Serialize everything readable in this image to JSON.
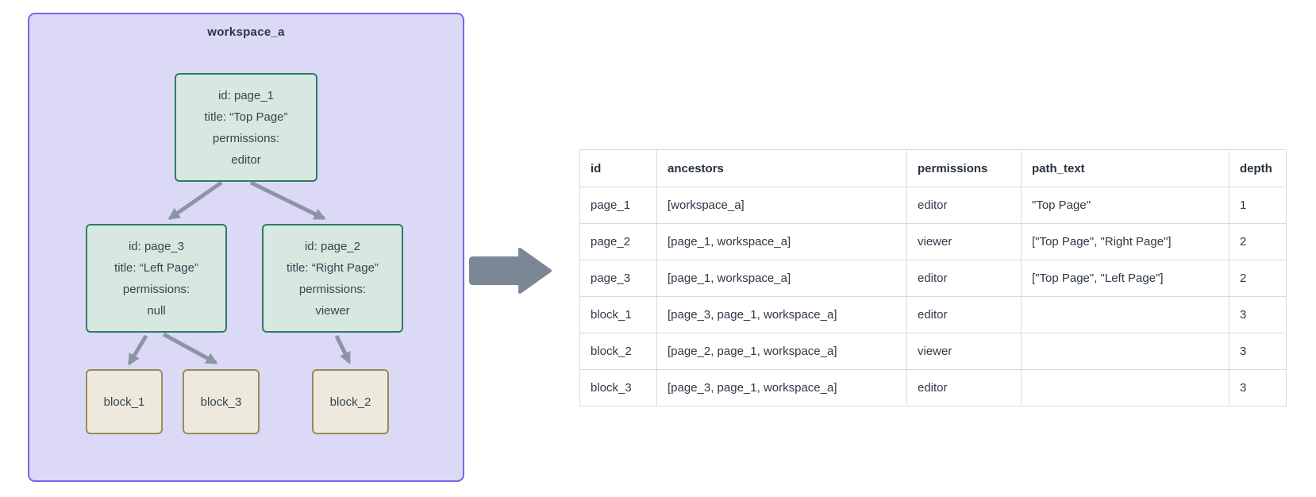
{
  "diagram": {
    "title": "workspace_a",
    "nodes": {
      "page_1": {
        "line_id": "id: page_1",
        "line_title": "title: “Top Page”",
        "line_perm_label": "permissions:",
        "line_perm_value": "editor"
      },
      "page_3": {
        "line_id": "id: page_3",
        "line_title": "title: “Left Page”",
        "line_perm_label": "permissions:",
        "line_perm_value": "null"
      },
      "page_2": {
        "line_id": "id: page_2",
        "line_title": "title: “Right Page”",
        "line_perm_label": "permissions:",
        "line_perm_value": "viewer"
      },
      "block_1": {
        "label": "block_1"
      },
      "block_3": {
        "label": "block_3"
      },
      "block_2": {
        "label": "block_2"
      }
    }
  },
  "table": {
    "columns": [
      "id",
      "ancestors",
      "permissions",
      "path_text",
      "depth"
    ],
    "rows": [
      [
        "page_1",
        "[workspace_a]",
        "editor",
        "\"Top Page\"",
        "1"
      ],
      [
        "page_2",
        "[page_1, workspace_a]",
        "viewer",
        "[\"Top Page\", \"Right Page\"]",
        "2"
      ],
      [
        "page_3",
        "[page_1, workspace_a]",
        "editor",
        "[\"Top Page\", \"Left Page\"]",
        "2"
      ],
      [
        "block_1",
        "[page_3, page_1, workspace_a]",
        "editor",
        "",
        "3"
      ],
      [
        "block_2",
        "[page_2, page_1, workspace_a]",
        "viewer",
        "",
        "3"
      ],
      [
        "block_3",
        "[page_3, page_1, workspace_a]",
        "editor",
        "",
        "3"
      ]
    ]
  },
  "colors": {
    "workspace_fill": "#dcd9f7",
    "workspace_border": "#7467ee",
    "page_fill": "#d8e8e0",
    "page_border": "#2f7c62",
    "block_fill": "#edeadd",
    "block_border": "#9a8a57",
    "edge_arrow": "#8b96a3",
    "transform_arrow": "#7b8795",
    "text": "#36404d",
    "table_border": "#d7dce1"
  }
}
